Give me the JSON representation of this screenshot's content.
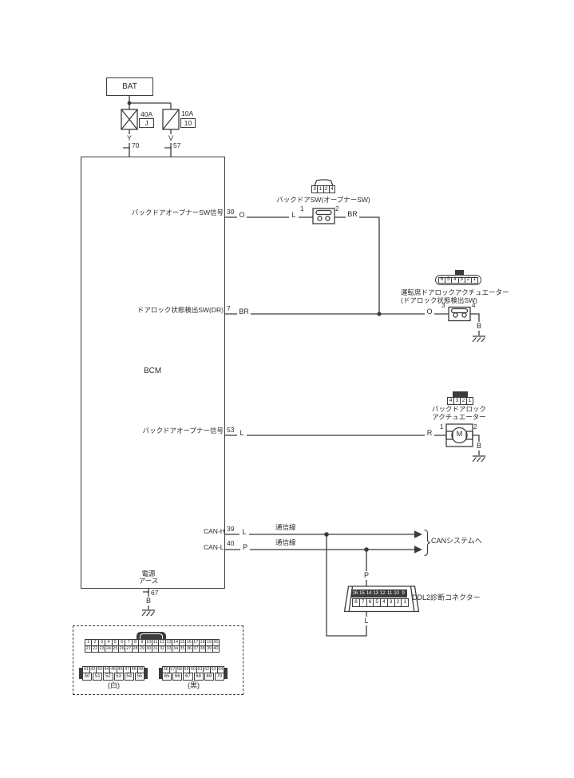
{
  "battery": {
    "label": "BAT"
  },
  "fuses": {
    "fusible_link": {
      "rating": "40A",
      "code": "J",
      "wire_color": "Y",
      "bcm_pin": "70",
      "bcm_pin_label": "BAT"
    },
    "fuse": {
      "rating": "10A",
      "code": "10",
      "wire_color": "V",
      "bcm_pin": "57",
      "bcm_pin_label": "BAT"
    }
  },
  "bcm": {
    "label": "BCM",
    "signals": {
      "back_door_opener_sw": {
        "name": "バックドアオープナーSW信号",
        "pin": "30",
        "wire_color": "O"
      },
      "door_lock_status": {
        "name": "ドアロック状態検出SW(DR)",
        "pin": "7",
        "wire_color": "BR"
      },
      "back_door_opener": {
        "name": "バックドアオープナー信号",
        "pin": "53",
        "wire_color": "L"
      },
      "can_h": {
        "name": "CAN-H",
        "pin": "39",
        "wire_color": "L",
        "line_label": "通信線"
      },
      "can_l": {
        "name": "CAN-L",
        "pin": "40",
        "wire_color": "P",
        "line_label": "通信線"
      },
      "ground": {
        "name_line1": "電源",
        "name_line2": "アース",
        "pin": "67",
        "wire_color": "B"
      }
    }
  },
  "back_door_sw": {
    "name": "バックドアSW(オープナーSW)",
    "connector_pins": [
      "3",
      "1",
      "2",
      "4"
    ],
    "pin_left": "1",
    "pin_right": "2",
    "wire_left": "L",
    "wire_right": "BR"
  },
  "driver_door_lock_actuator": {
    "name_line1": "運転席ドアロックアクチュエーター",
    "name_line2": "(ドアロック状態検出SW)",
    "connector_pins": [
      "6",
      "5",
      "4",
      "3",
      "2",
      "1"
    ],
    "pin_left": "3",
    "pin_right": "4",
    "wire_left": "O",
    "wire_ground": "B"
  },
  "back_door_lock_actuator": {
    "name_line1": "バックドアロック",
    "name_line2": "アクチュエーター",
    "connector_pins": [
      "4",
      "3",
      "2",
      "1"
    ],
    "pin_left": "1",
    "pin_right": "2",
    "wire_left": "R",
    "wire_ground": "B",
    "motor_label": "M"
  },
  "can_bus": {
    "destination": "CANシステムへ"
  },
  "ddl2": {
    "name": "DDL2診断コネクター",
    "top_pins": [
      "16",
      "15",
      "14",
      "13",
      "12",
      "11",
      "10",
      "9"
    ],
    "bottom_pins": [
      "8",
      "7",
      "6",
      "5",
      "4",
      "3",
      "2",
      "1"
    ],
    "wire_to_top": "P",
    "wire_from_bottom": "L"
  },
  "bcm_connectors": {
    "main": {
      "row1": [
        "1",
        "2",
        "3",
        "4",
        "5",
        "6",
        "7",
        "8",
        "9",
        "10",
        "11",
        "12",
        "13",
        "14",
        "15",
        "16",
        "17",
        "18",
        "19",
        "20"
      ],
      "row2": [
        "21",
        "22",
        "23",
        "24",
        "25",
        "26",
        "27",
        "28",
        "29",
        "30",
        "31",
        "32",
        "33",
        "34",
        "35",
        "36",
        "37",
        "38",
        "39",
        "40"
      ]
    },
    "white": {
      "label": "(白)",
      "row1": [
        "41",
        "42",
        "43",
        "44",
        "45",
        "46",
        "47",
        "48",
        "49"
      ],
      "row2": [
        "50",
        "51",
        "52",
        "53",
        "54",
        "55"
      ]
    },
    "black": {
      "label": "(黒)",
      "row1": [
        "56",
        "57",
        "58",
        "59",
        "60",
        "61",
        "62",
        "63",
        "64"
      ],
      "row2": [
        "65",
        "66",
        "67",
        "68",
        "69",
        "70"
      ]
    }
  },
  "colors": {
    "line": "#3b3b3b",
    "background": "#ffffff"
  }
}
